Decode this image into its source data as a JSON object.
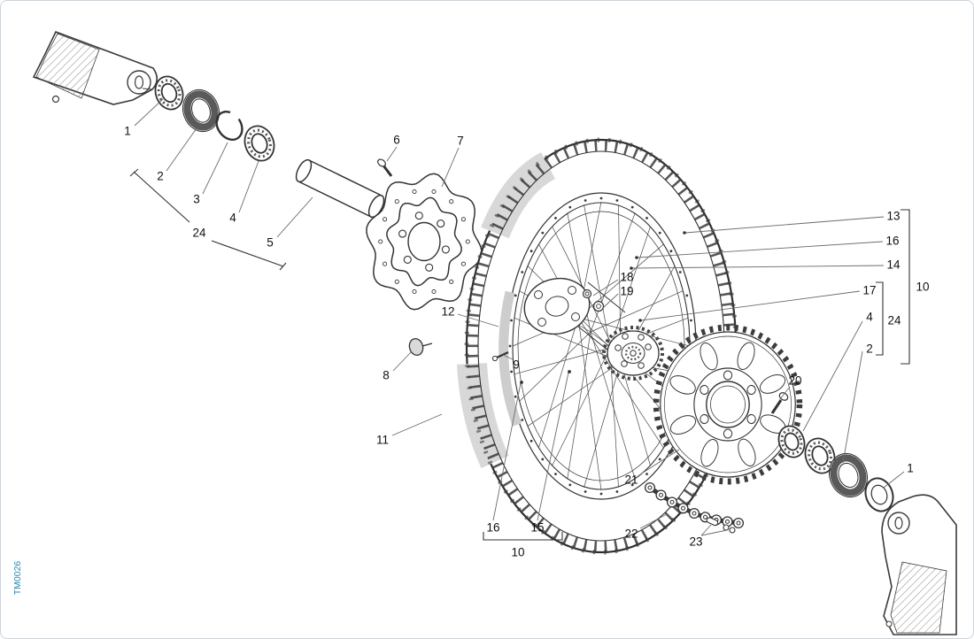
{
  "diagram": {
    "code": "TM0026",
    "labels": [
      "1",
      "2",
      "3",
      "4",
      "24",
      "5",
      "6",
      "7",
      "13",
      "16",
      "14",
      "10",
      "17",
      "4",
      "24",
      "2",
      "18",
      "19",
      "12",
      "8",
      "9",
      "11",
      "20",
      "21",
      "22",
      "23",
      "16",
      "15",
      "10",
      "1"
    ],
    "colors": {
      "line": "#3a3a3a",
      "shade": "#d9d9d9",
      "seal": "#5a5a5a",
      "label": "#111111",
      "code": "#2a8ab0",
      "border": "#cdd3d8"
    }
  }
}
